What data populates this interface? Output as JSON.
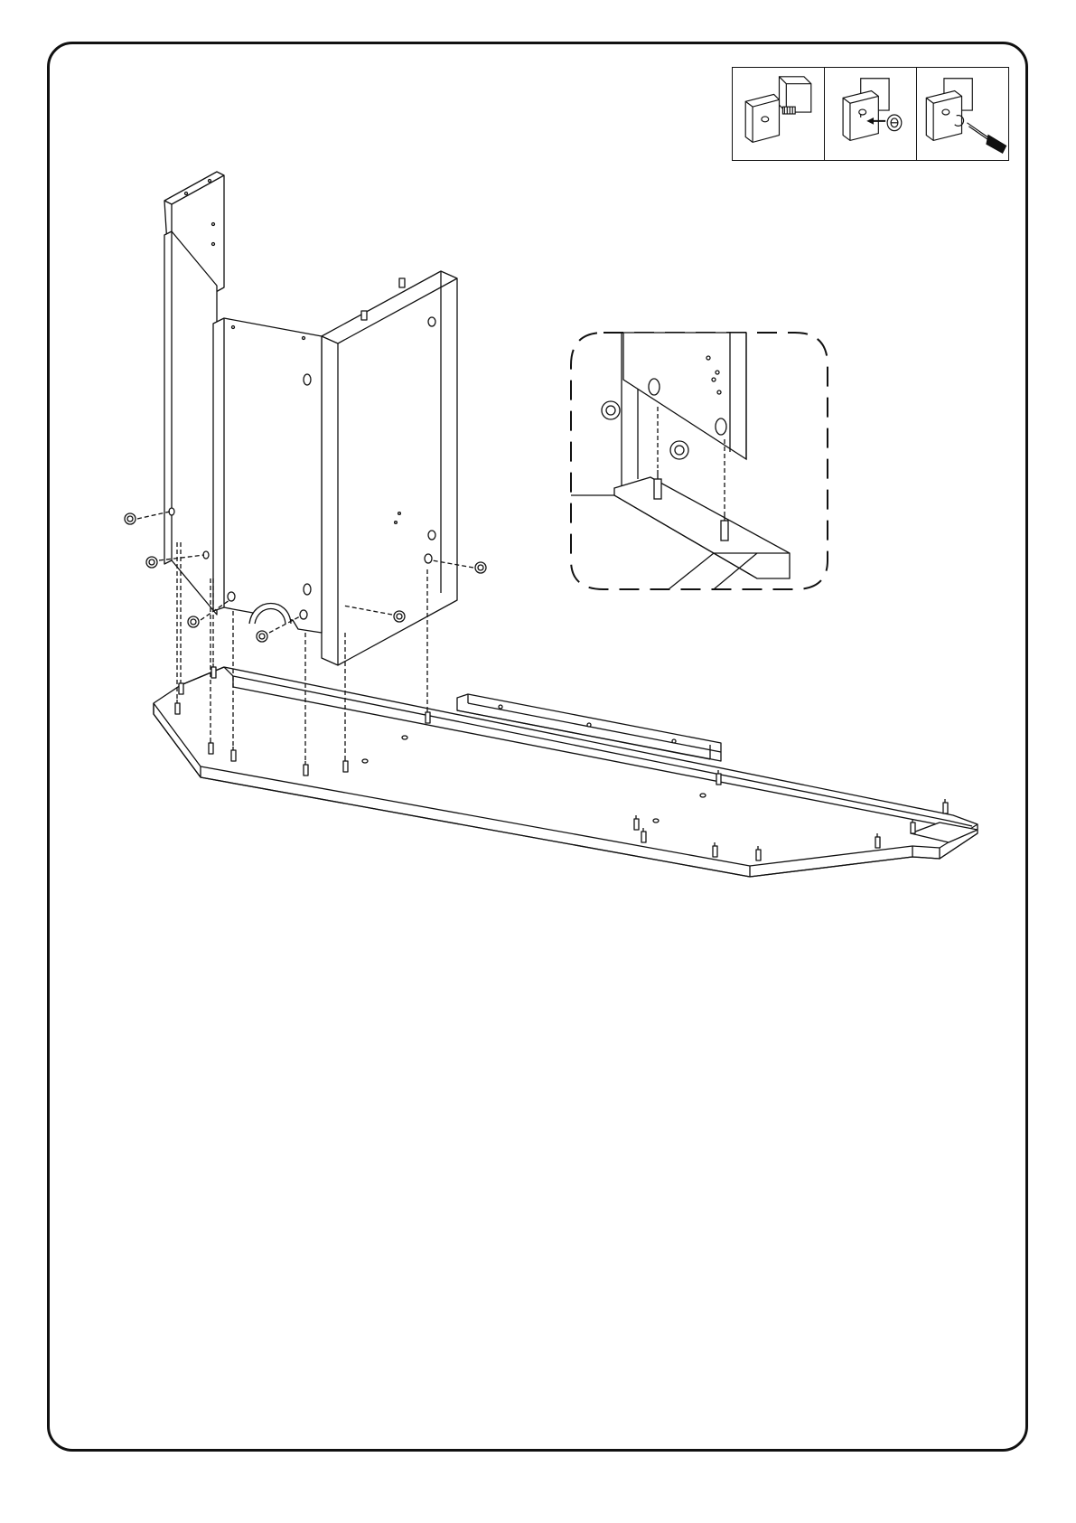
{
  "diagram": {
    "steps_strip": {
      "steps": [
        {
          "step": "insert-dowel-pin"
        },
        {
          "step": "insert-cam-lock"
        },
        {
          "step": "tighten-with-screwdriver"
        }
      ]
    },
    "colors": {
      "line": "#111111",
      "paper": "#ffffff"
    }
  }
}
